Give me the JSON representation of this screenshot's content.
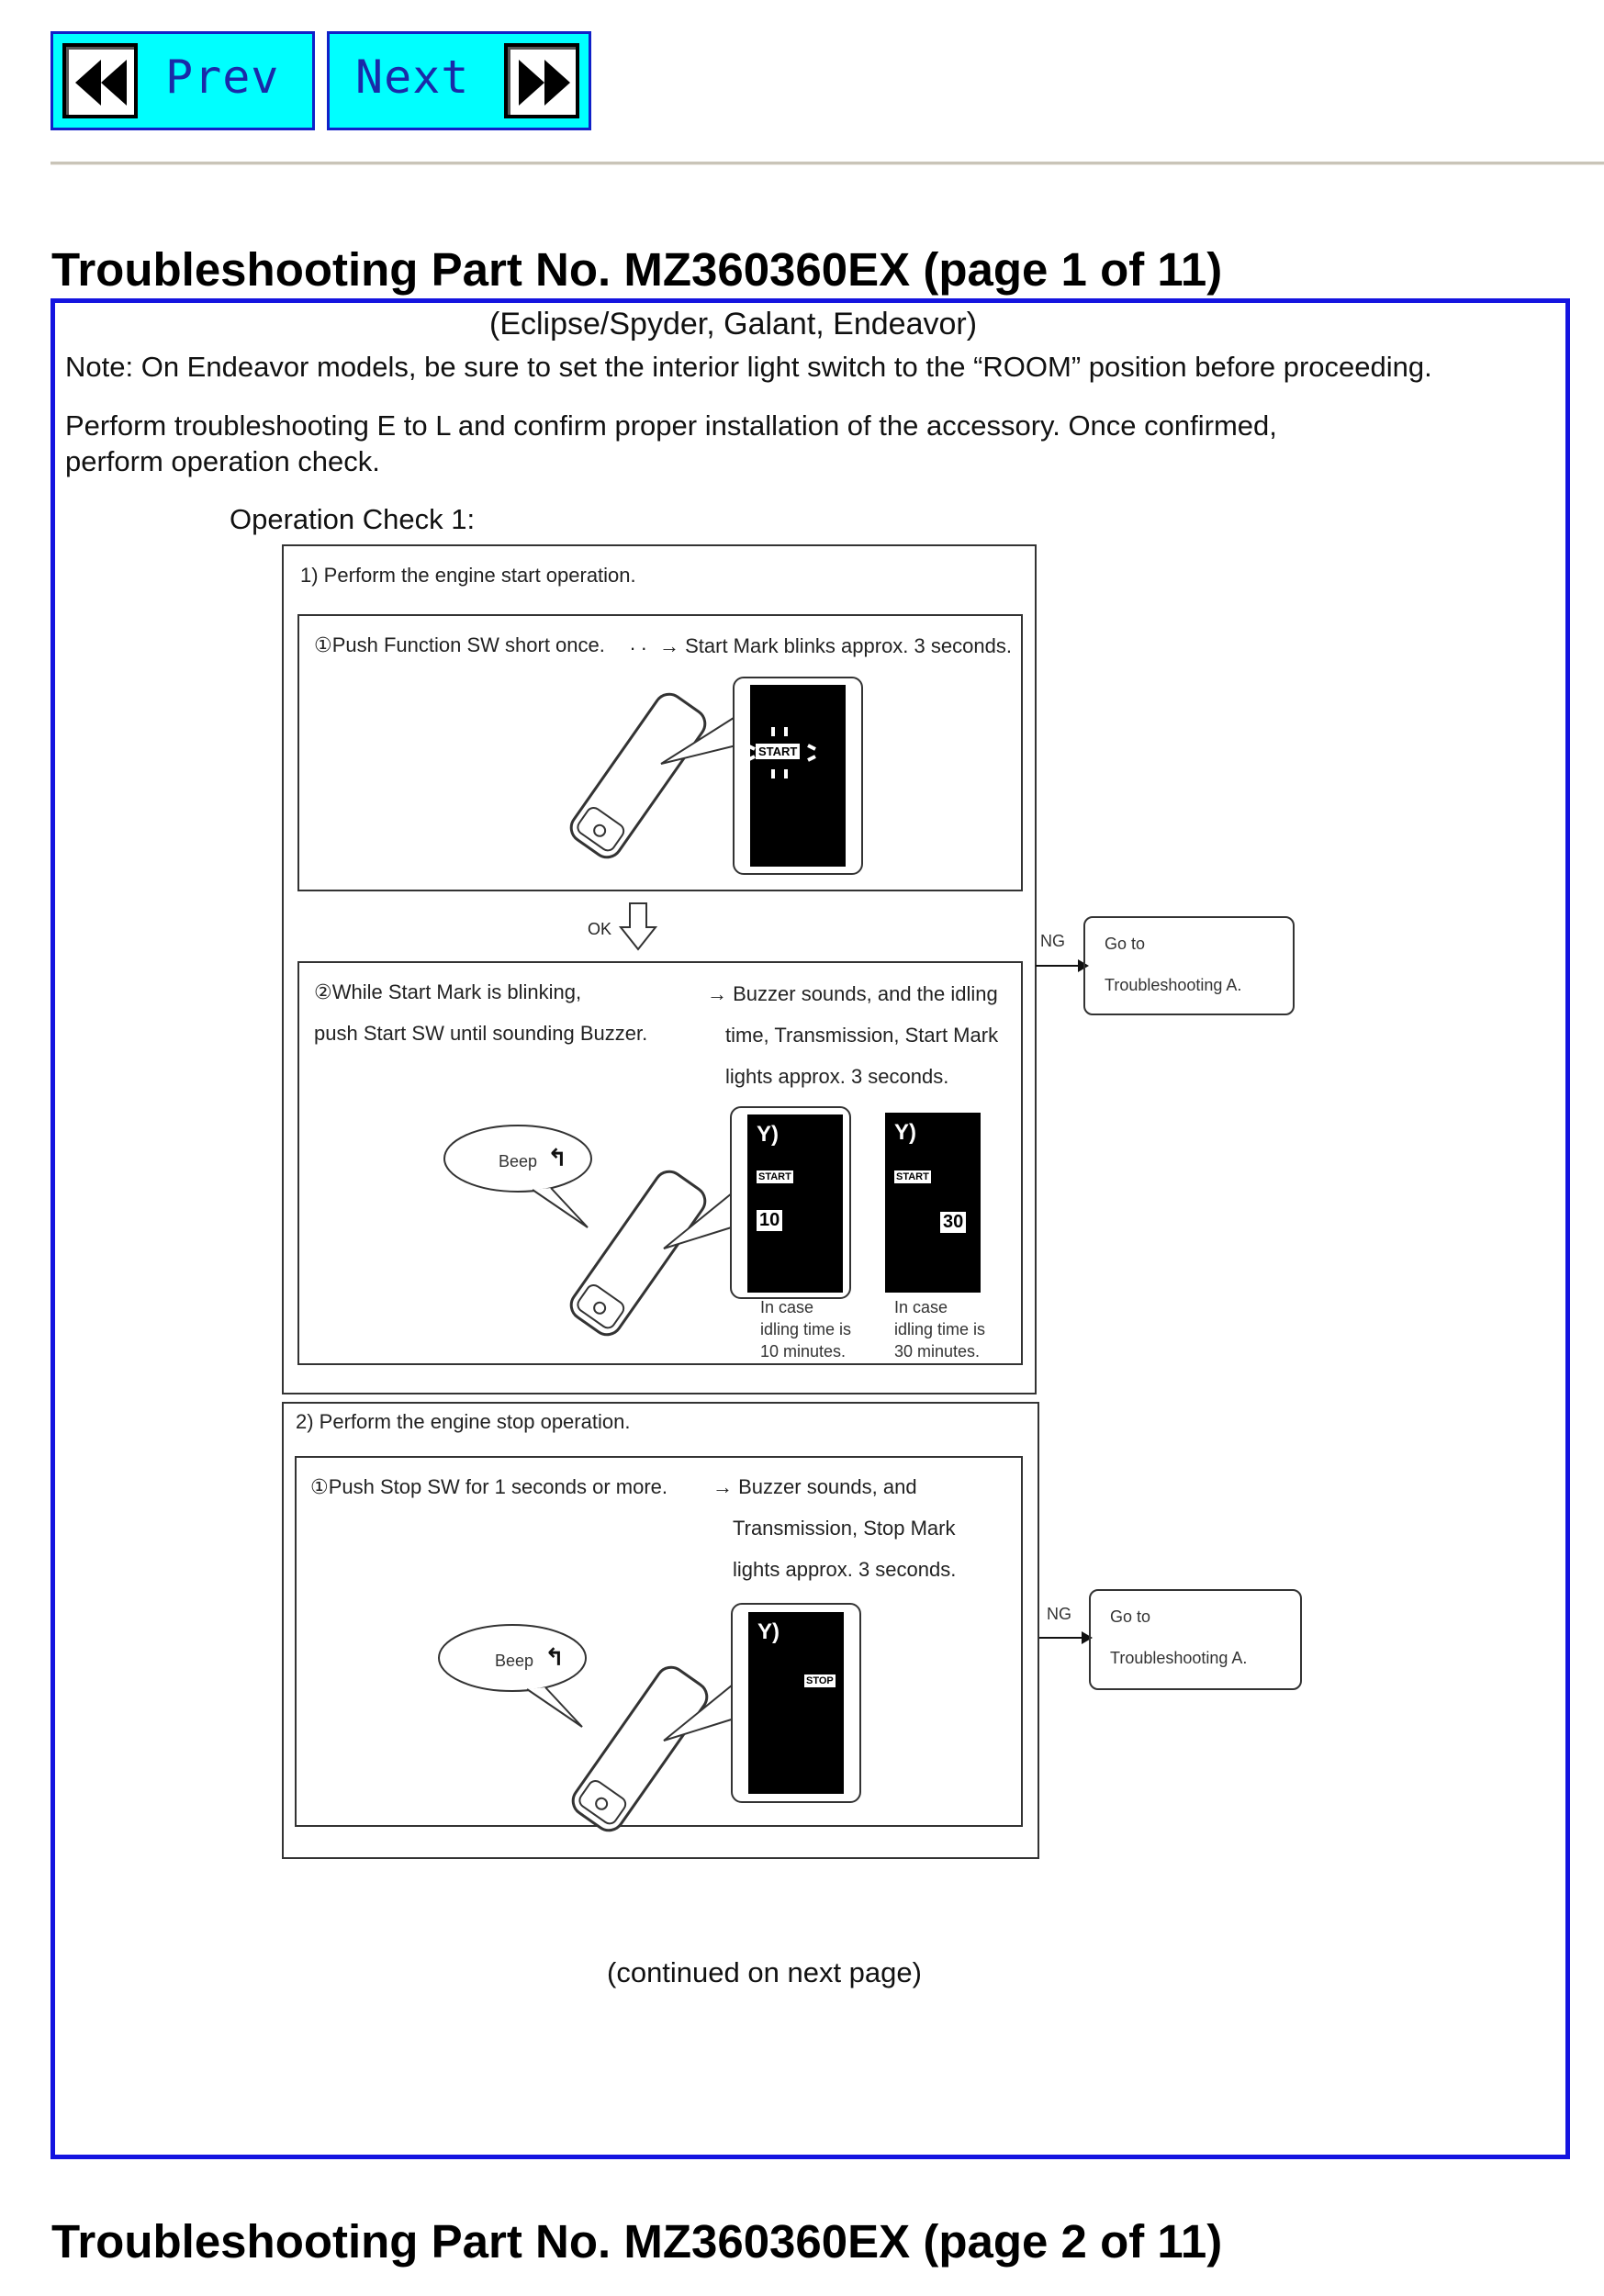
{
  "nav": {
    "prev_label": "Prev",
    "next_label": "Next"
  },
  "headings": {
    "page1": "Troubleshooting Part No. MZ360360EX (page 1 of 11)",
    "page2": "Troubleshooting Part No. MZ360360EX (page 2 of 11)"
  },
  "doc": {
    "models": "(Eclipse/Spyder, Galant, Endeavor)",
    "note": "Note: On Endeavor models, be sure to set the interior light switch to the “ROOM” position before proceeding.",
    "perform_line1": "Perform troubleshooting E to L and confirm proper installation of the accessory. Once confirmed,",
    "perform_line2": "perform operation check.",
    "operation_check": "Operation Check 1:",
    "continued": "(continued on next page)"
  },
  "diagram": {
    "section1_title": "1) Perform the engine start operation.",
    "step1_left": "①Push Function SW short once.",
    "step1_dots": ". .",
    "step1_right": "→ Start Mark blinks approx. 3 seconds.",
    "ok_label": "OK",
    "step2_left1": "②While Start Mark is blinking,",
    "step2_left2": "push Start SW until sounding Buzzer.",
    "step2_right1": "→ Buzzer sounds, and the idling",
    "step2_right2": "time, Transmission, Start Mark",
    "step2_right3": "lights approx. 3 seconds.",
    "beep": "Beep",
    "case10_1": "In case",
    "case10_2": "idling time is",
    "case10_3": "10 minutes.",
    "case30_1": "In case",
    "case30_2": "idling time is",
    "case30_3": "30 minutes.",
    "ng_label": "NG",
    "goto_line1": "Go to",
    "goto_line2": "Troubleshooting A.",
    "section2_title": "2) Perform the engine stop operation.",
    "stop_left": "①Push Stop SW for 1 seconds or more.",
    "stop_right1": "→ Buzzer sounds, and",
    "stop_right2": "Transmission, Stop Mark",
    "stop_right3": "lights approx. 3 seconds.",
    "lcd_start": "START",
    "lcd_stop": "STOP",
    "lcd_10": "10",
    "lcd_30": "30"
  }
}
